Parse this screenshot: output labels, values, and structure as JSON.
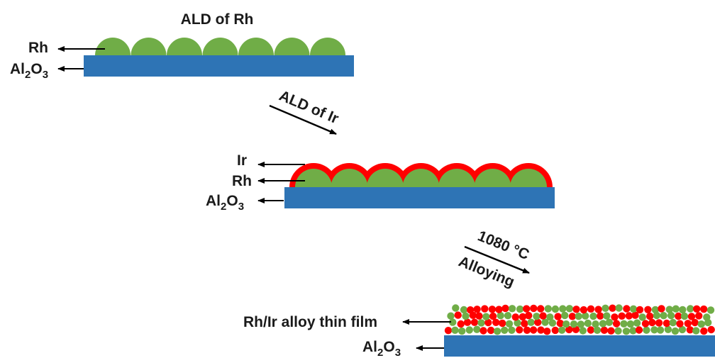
{
  "colors": {
    "substrate": "#2e74b5",
    "rh": "#70ad47",
    "ir": "#ff0000",
    "arrow": "#000000"
  },
  "stage1": {
    "title": "ALD of Rh",
    "label_rh": "Rh",
    "label_substrate": {
      "base": "Al",
      "sub": "2",
      "rest": "O",
      "sub2": "3"
    }
  },
  "step1": {
    "label": "ALD of Ir"
  },
  "stage2": {
    "label_ir": "Ir",
    "label_rh": "Rh",
    "label_substrate": {
      "base": "Al",
      "sub": "2",
      "rest": "O",
      "sub2": "3"
    }
  },
  "step2": {
    "label_top": "1080 °C",
    "label_bottom": "Alloying"
  },
  "stage3": {
    "label_film": "Rh/Ir alloy thin film",
    "label_substrate": {
      "base": "Al",
      "sub": "2",
      "rest": "O",
      "sub2": "3"
    }
  }
}
